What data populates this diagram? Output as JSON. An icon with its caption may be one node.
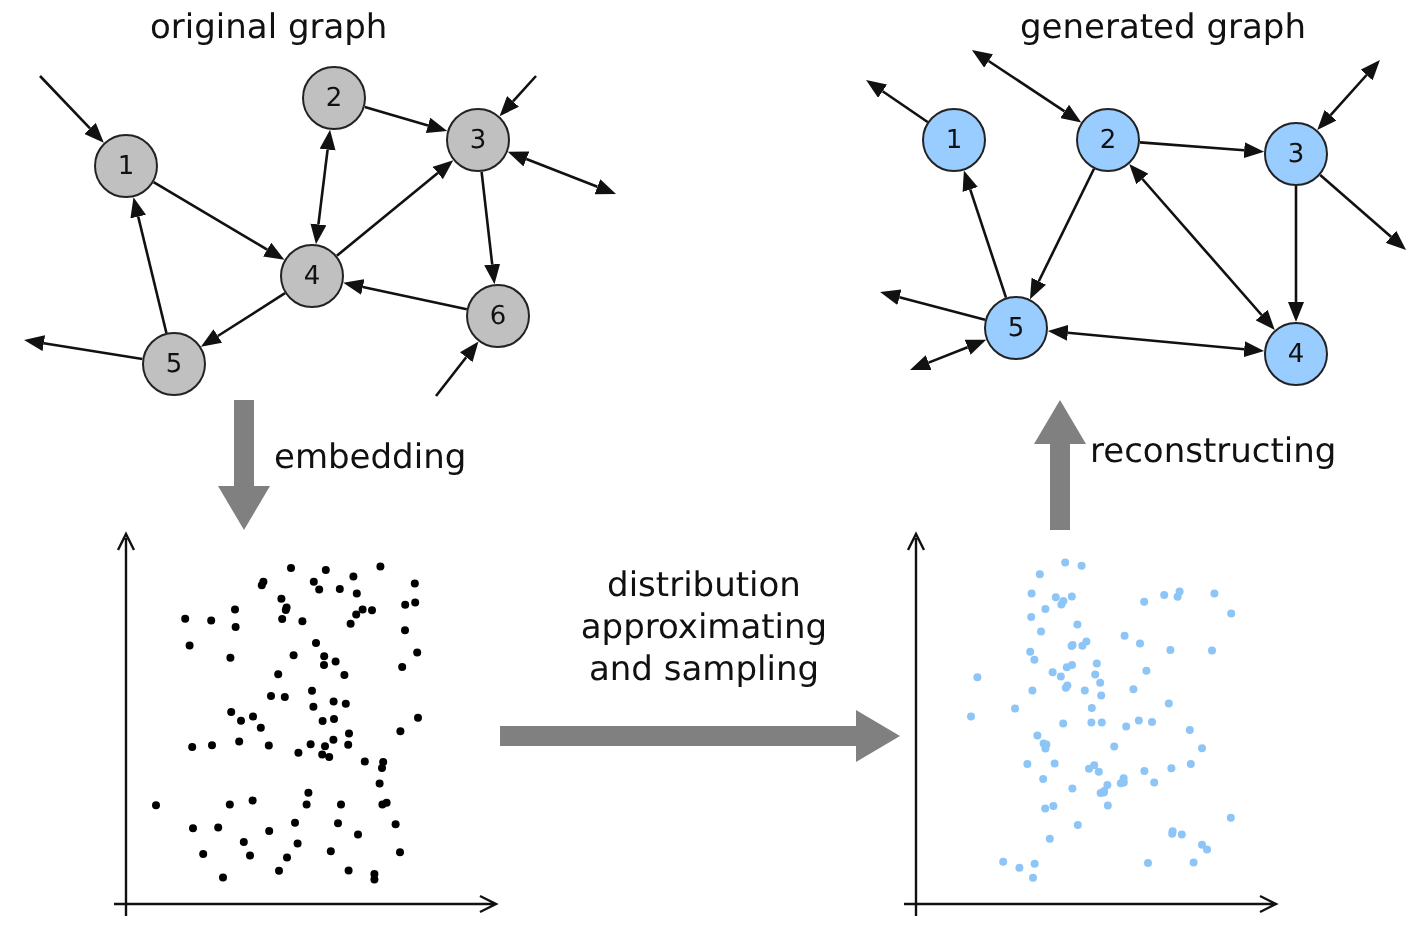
{
  "diagram": {
    "nodes": [
      {
        "text": [
          "original graph"
        ]
      },
      {
        "text": [
          "1"
        ],
        "in": 0
      },
      {
        "text": [
          "2"
        ],
        "in": 0
      },
      {
        "text": [
          "3"
        ],
        "in": 0
      },
      {
        "text": [
          "4"
        ],
        "in": 0
      },
      {
        "text": [
          "5"
        ],
        "in": 0
      },
      {
        "text": [
          "6"
        ],
        "in": 0
      },
      {
        "text": [
          "generated graph"
        ]
      },
      {
        "text": [
          "1"
        ],
        "in": 7
      },
      {
        "text": [
          "2"
        ],
        "in": 7
      },
      {
        "text": [
          "3"
        ],
        "in": 7
      },
      {
        "text": [
          "4"
        ],
        "in": 7
      },
      {
        "text": [
          "5"
        ],
        "in": 7
      },
      {
        "text": [],
        "shape": "picture"
      },
      {
        "text": [],
        "shape": "picture"
      }
    ],
    "edges": [
      {
        "from": null,
        "to": 1,
        "arrow": "to"
      },
      {
        "from": 1,
        "to": 4,
        "arrow": "to"
      },
      {
        "from": 2,
        "to": 4,
        "arrow": "both"
      },
      {
        "from": 2,
        "to": 3,
        "arrow": "to"
      },
      {
        "from": 4,
        "to": 3,
        "arrow": "to"
      },
      {
        "from": null,
        "to": 3,
        "arrow": "to"
      },
      {
        "from": 3,
        "to": null,
        "arrow": "both"
      },
      {
        "from": 3,
        "to": 6,
        "arrow": "to"
      },
      {
        "from": 6,
        "to": 4,
        "arrow": "to"
      },
      {
        "from": 4,
        "to": 5,
        "arrow": "to"
      },
      {
        "from": 5,
        "to": 1,
        "arrow": "to"
      },
      {
        "from": 5,
        "to": null,
        "arrow": "to"
      },
      {
        "from": null,
        "to": 6,
        "arrow": "to"
      },
      {
        "from": 0,
        "to": 13,
        "arrow": "to",
        "label": "embedding",
        "style": "thick",
        "color": "#808080"
      },
      {
        "from": 13,
        "to": 14,
        "arrow": "to",
        "label": "distribution approximating and sampling",
        "style": "thick",
        "color": "#808080"
      },
      {
        "from": 14,
        "to": 7,
        "arrow": "to",
        "label": "reconstructing",
        "style": "thick",
        "color": "#808080"
      },
      {
        "from": 8,
        "to": null,
        "arrow": "to"
      },
      {
        "from": 9,
        "to": null,
        "arrow": "both"
      },
      {
        "from": 9,
        "to": 10,
        "arrow": "to"
      },
      {
        "from": 10,
        "to": null,
        "arrow": "both"
      },
      {
        "from": 10,
        "to": null,
        "arrow": "to"
      },
      {
        "from": 10,
        "to": 11,
        "arrow": "to"
      },
      {
        "from": 9,
        "to": 12,
        "arrow": "to"
      },
      {
        "from": 9,
        "to": 11,
        "arrow": "both"
      },
      {
        "from": 12,
        "to": 8,
        "arrow": "to"
      },
      {
        "from": 12,
        "to": null,
        "arrow": "to"
      },
      {
        "from": 12,
        "to": null,
        "arrow": "both"
      },
      {
        "from": 12,
        "to": 11,
        "arrow": "both"
      }
    ]
  }
}
